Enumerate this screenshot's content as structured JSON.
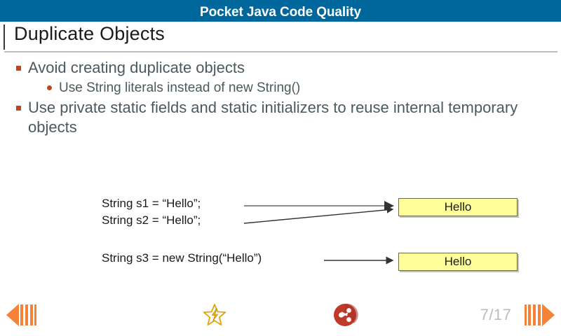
{
  "header": {
    "title": "Pocket Java Code Quality",
    "background_color": "#00679c",
    "text_color": "#ffffff"
  },
  "slide": {
    "title": "Duplicate Objects",
    "title_color": "#1a1a1a",
    "bullet_marker_color": "#c0451c",
    "body_text_color": "#4a5a5f",
    "bullets": [
      {
        "level": 1,
        "text": "Avoid creating duplicate objects"
      },
      {
        "level": 2,
        "text": "Use String literals instead of new String()"
      },
      {
        "level": 1,
        "text": "Use private static fields and static initializers to reuse internal temporary objects"
      }
    ],
    "diagram": {
      "code_lines": [
        "String s1 = “Hello”;",
        "String s2 = “Hello”;",
        "String s3 = new String(“Hello”)"
      ],
      "boxes": [
        {
          "label": "Hello",
          "fill": "#ffff99",
          "border": "#6b6b4a"
        },
        {
          "label": "Hello",
          "fill": "#ffff99",
          "border": "#6b6b4a"
        }
      ],
      "arrows": [
        {
          "from": "String s1 = “Hello”;",
          "to": "Hello box 1",
          "color": "#8c8c8c"
        },
        {
          "from": "String s2 = “Hello”;",
          "to": "Hello box 1",
          "color": "#333333"
        },
        {
          "from": "String s3 = new String(“Hello”)",
          "to": "Hello box 2",
          "color": "#333333"
        }
      ]
    }
  },
  "bottom_nav": {
    "prev_icon": "previous-slide-icon",
    "star_icon": "favorite-star-icon",
    "share_icon": "share-icon",
    "next_icon": "next-slide-icon",
    "page_counter": "7/17",
    "page_counter_color": "#bdbdbd",
    "accent_color": "#f58236",
    "star_color": "#e2a50b",
    "share_color": "#c0392b"
  }
}
